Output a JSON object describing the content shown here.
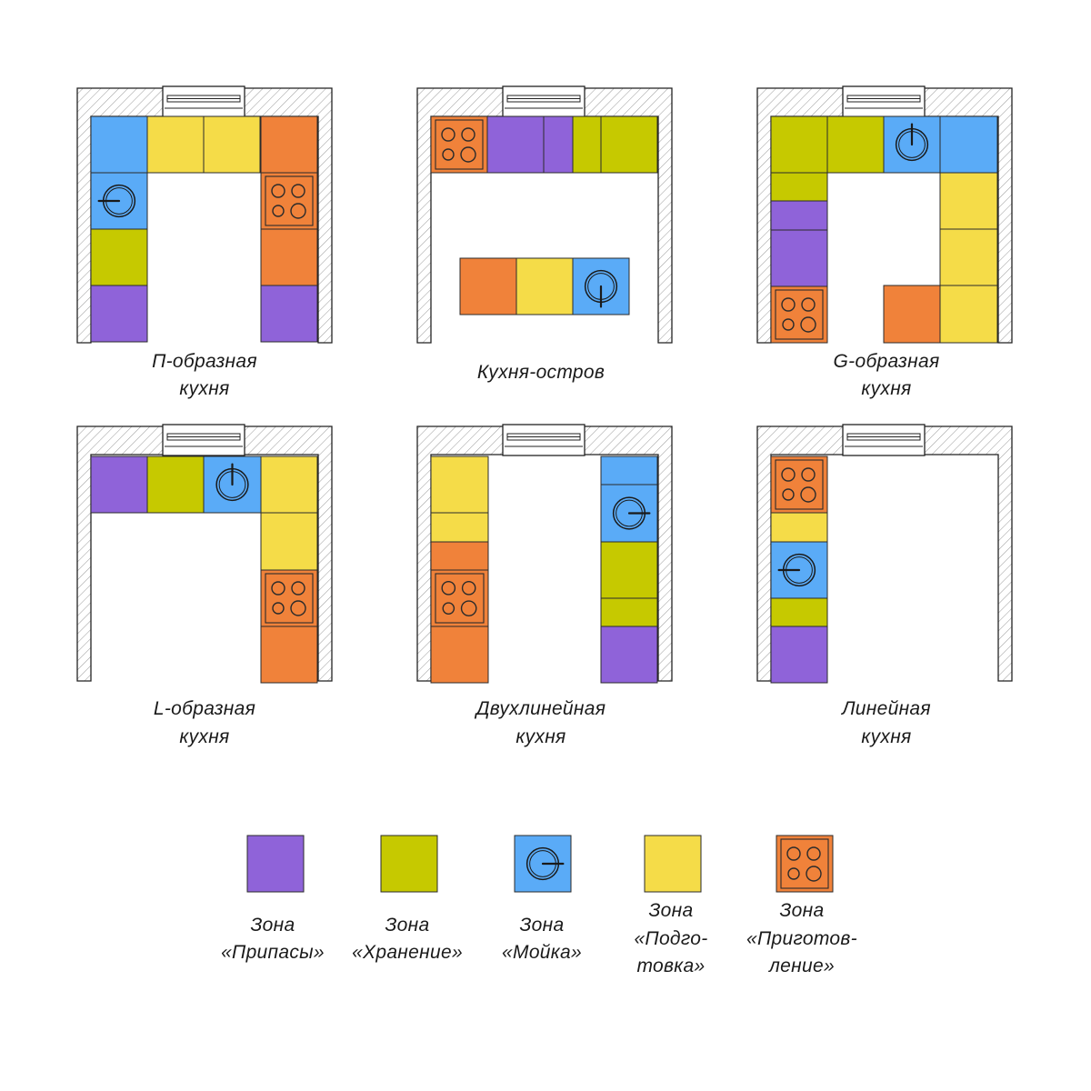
{
  "colors": {
    "supplies": "#8f63d9",
    "storage": "#c6c900",
    "sink": "#5aabf7",
    "prep": "#f5dc48",
    "cooking": "#f0823a"
  },
  "layouts": [
    {
      "id": "u-shape",
      "caption": [
        "П-образная",
        "кухня"
      ]
    },
    {
      "id": "island",
      "caption": [
        "Кухня-остров"
      ]
    },
    {
      "id": "g-shape",
      "caption": [
        "G-образная",
        "кухня"
      ]
    },
    {
      "id": "l-shape",
      "caption": [
        "L-образная",
        "кухня"
      ]
    },
    {
      "id": "galley",
      "caption": [
        "Двухлинейная",
        "кухня"
      ]
    },
    {
      "id": "linear",
      "caption": [
        "Линейная",
        "кухня"
      ]
    }
  ],
  "legend": [
    {
      "zone": "supplies",
      "icon": "plain",
      "label": [
        "Зона",
        "«Припасы»"
      ]
    },
    {
      "zone": "storage",
      "icon": "plain",
      "label": [
        "Зона",
        "«Хранение»"
      ]
    },
    {
      "zone": "sink",
      "icon": "sink-icon",
      "label": [
        "Зона",
        "«Мойка»"
      ]
    },
    {
      "zone": "prep",
      "icon": "plain",
      "label": [
        "Зона",
        "«Подго-",
        "товка»"
      ]
    },
    {
      "zone": "cooking",
      "icon": "cooktop-icon",
      "label": [
        "Зона",
        "«Приготов-",
        "ление»"
      ]
    }
  ]
}
